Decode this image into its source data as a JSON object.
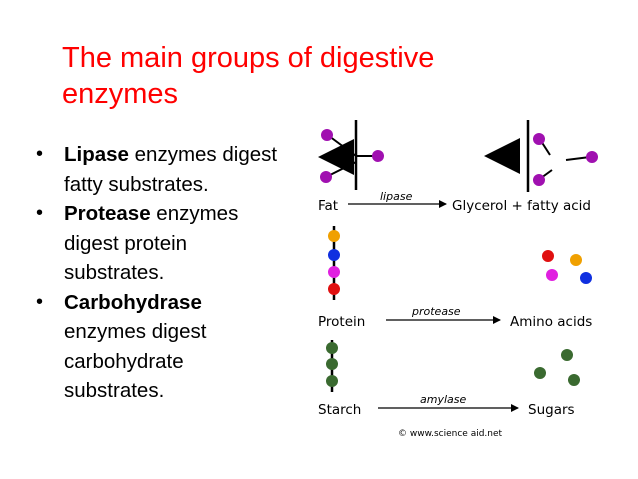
{
  "slide": {
    "title": "The main groups of digestive enzymes",
    "bullets": [
      {
        "bold": "Lipase",
        "rest": " enzymes digest fatty substrates."
      },
      {
        "bold": "Protease",
        "rest": " enzymes digest protein substrates."
      },
      {
        "bold": "Carbohydrase",
        "rest": " enzymes digest carbohydrate substrates."
      }
    ],
    "bullet_symbol": "•"
  },
  "diagram": {
    "rows": [
      {
        "substrate": "Fat",
        "enzyme": "lipase",
        "products": "Glycerol + fatty acid"
      },
      {
        "substrate": "Protein",
        "enzyme": "protease",
        "products": "Amino acids"
      },
      {
        "substrate": "Starch",
        "enzyme": "amylase",
        "products": "Sugars"
      }
    ],
    "credit": "© www.science aid.net",
    "colors": {
      "fat_bead": "#a010b0",
      "amino_orange": "#f0a000",
      "amino_blue": "#1030e0",
      "amino_magenta": "#e020e0",
      "amino_red": "#e01010",
      "sugar_green": "#3a6a30",
      "line": "#000000"
    }
  }
}
